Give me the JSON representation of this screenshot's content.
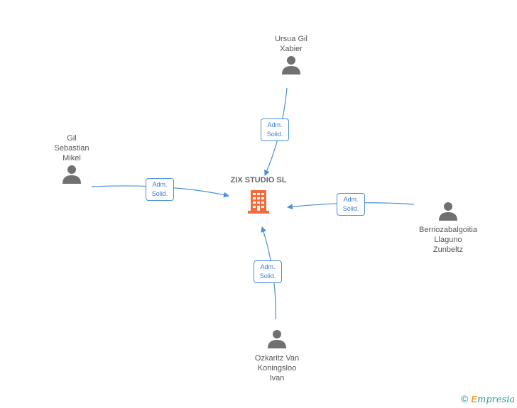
{
  "center": {
    "name": "ZIX STUDIO SL",
    "icon": "building-icon",
    "color": "#f26b3a"
  },
  "people": [
    {
      "id": "ursua",
      "lines": [
        "Ursua Gil",
        "Xabier"
      ],
      "icon": "person-icon",
      "role": [
        "Adm.",
        "Solid."
      ]
    },
    {
      "id": "gil",
      "lines": [
        "Gil",
        "Sebastian",
        "Mikel"
      ],
      "icon": "person-icon",
      "role": [
        "Adm.",
        "Solid."
      ]
    },
    {
      "id": "berrio",
      "lines": [
        "Berriozabalgoitia",
        "Llaguno",
        "Zunbeltz"
      ],
      "icon": "person-icon",
      "role": [
        "Adm.",
        "Solid."
      ]
    },
    {
      "id": "ozkaritz",
      "lines": [
        "Ozkaritz Van",
        "Koningsloo",
        "Ivan"
      ],
      "icon": "person-icon",
      "role": [
        "Adm.",
        "Solid."
      ]
    }
  ],
  "colors": {
    "edge": "#4a8fd9",
    "person": "#707070",
    "text": "#555555"
  },
  "brand": {
    "copyright": "©",
    "first": "E",
    "rest": "mpresia"
  }
}
